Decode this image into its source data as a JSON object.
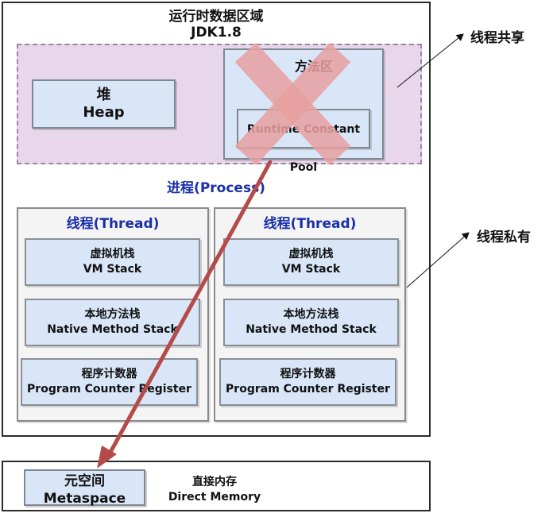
{
  "runtime_area": {
    "title_line1": "运行时数据区域",
    "title_line2": "JDK1.8"
  },
  "heap": {
    "cn": "堆",
    "en": "Heap"
  },
  "method_area": {
    "label": "方法区",
    "pool": "Runtime Constant Pool"
  },
  "process_label": "进程(Process)",
  "threads": [
    {
      "title": "线程(Thread)",
      "vm_stack": {
        "cn": "虚拟机栈",
        "en": "VM Stack"
      },
      "native_stack": {
        "cn": "本地方法栈",
        "en": "Native Method Stack"
      },
      "pc_register": {
        "cn": "程序计数器",
        "en": "Program Counter Register"
      }
    },
    {
      "title": "线程(Thread)",
      "vm_stack": {
        "cn": "虚拟机栈",
        "en": "VM Stack"
      },
      "native_stack": {
        "cn": "本地方法栈",
        "en": "Native Method Stack"
      },
      "pc_register": {
        "cn": "程序计数器",
        "en": "Program Counter Register"
      }
    }
  ],
  "callouts": {
    "shared": "线程共享",
    "private": "线程私有"
  },
  "metaspace": {
    "cn": "元空间",
    "en": "Metaspace"
  },
  "direct_memory": {
    "cn": "直接内存",
    "en": "Direct Memory"
  },
  "colors": {
    "cross": "#e8a0a0",
    "arrow": "#b54a4a",
    "shared_area": "#e8d7ea",
    "box_fill": "#d9e6f8",
    "thread_title": "#1a2fa8"
  }
}
